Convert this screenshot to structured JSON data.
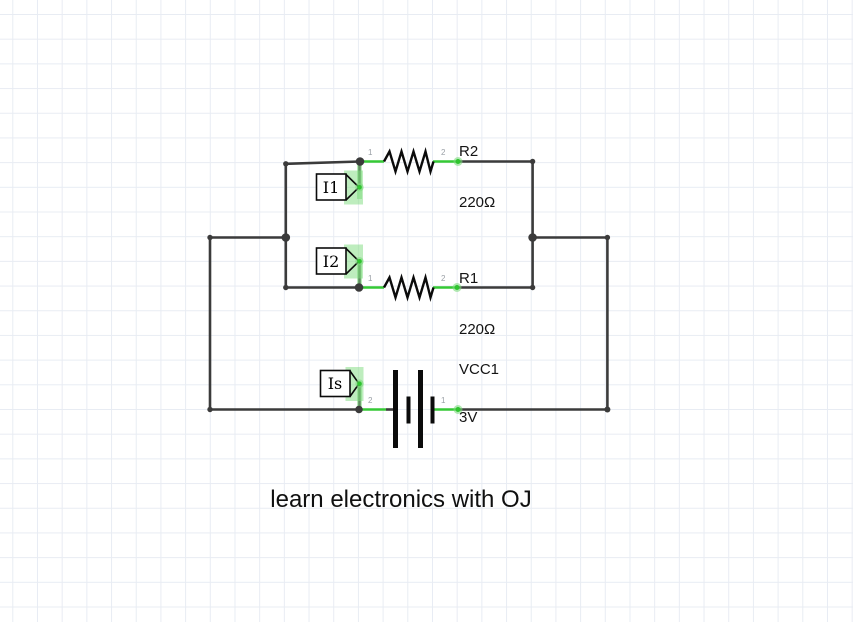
{
  "caption": "learn electronics with OJ",
  "components": {
    "r2": {
      "ref": "R2",
      "value": "220Ω"
    },
    "r1": {
      "ref": "R1",
      "value": "220Ω"
    },
    "vcc1": {
      "ref": "VCC1",
      "value": "3V"
    }
  },
  "probes": {
    "i1": {
      "label": "I1"
    },
    "i2": {
      "label": "I2"
    },
    "is": {
      "label": "Is"
    }
  },
  "pins": {
    "r2_pin1": "1",
    "r2_pin2": "2",
    "r1_pin1": "1",
    "r1_pin2": "2",
    "vcc1_pin2": "2",
    "vcc1_pin1": "1"
  },
  "colors": {
    "wire": "#3b3b3b",
    "component_ink": "#0b0b0b",
    "pin_highlight_green": "#35c935",
    "pin_highlight_soft_green": "#7ddb7d",
    "grid_line": "#e8ecf3",
    "pin_number_text": "#9aa0a6",
    "label_text": "#141414",
    "canvas_bg": "#ffffff"
  }
}
